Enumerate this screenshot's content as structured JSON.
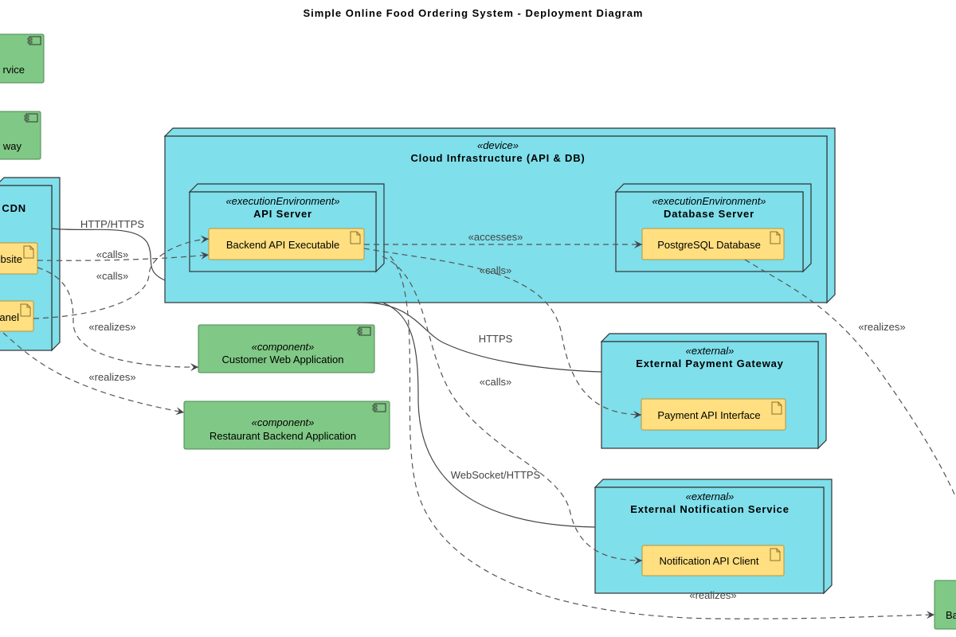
{
  "title": "Simple Online Food Ordering System - Deployment Diagram",
  "colors": {
    "node": "#7fdfeb",
    "artifact": "#ffdf80",
    "component": "#80c885",
    "edge": "#555555"
  },
  "partial_components": [
    {
      "text": "rvice",
      "icon": "component-icon"
    },
    {
      "text": "way",
      "icon": "component-icon"
    }
  ],
  "cdn_node": {
    "title": "CDN",
    "artifacts": [
      {
        "text": "bsite",
        "icon": "artifact-icon"
      },
      {
        "text": "anel",
        "icon": "artifact-icon"
      }
    ]
  },
  "cloud": {
    "stereotype": "«device»",
    "title": "Cloud Infrastructure (API & DB)",
    "api_server": {
      "stereotype": "«executionEnvironment»",
      "title": "API Server",
      "artifact": "Backend API Executable"
    },
    "db_server": {
      "stereotype": "«executionEnvironment»",
      "title": "Database Server",
      "artifact": "PostgreSQL Database"
    }
  },
  "components": [
    {
      "stereotype": "«component»",
      "name": "Customer Web Application"
    },
    {
      "stereotype": "«component»",
      "name": "Restaurant Backend Application"
    },
    {
      "name": "Ba"
    }
  ],
  "payment": {
    "stereotype": "«external»",
    "title": "External Payment Gateway",
    "artifact": "Payment API Interface"
  },
  "notification": {
    "stereotype": "«external»",
    "title": "External Notification Service",
    "artifact": "Notification API Client"
  },
  "edges": {
    "http": "HTTP/HTTPS",
    "calls1": "«calls»",
    "calls2": "«calls»",
    "realizes1": "«realizes»",
    "realizes2": "«realizes»",
    "accesses": "«accesses»",
    "calls3": "«calls»",
    "https": "HTTPS",
    "calls4": "«calls»",
    "websocket": "WebSocket/HTTPS",
    "realizes3": "«realizes»",
    "realizes4": "«realizes»"
  }
}
